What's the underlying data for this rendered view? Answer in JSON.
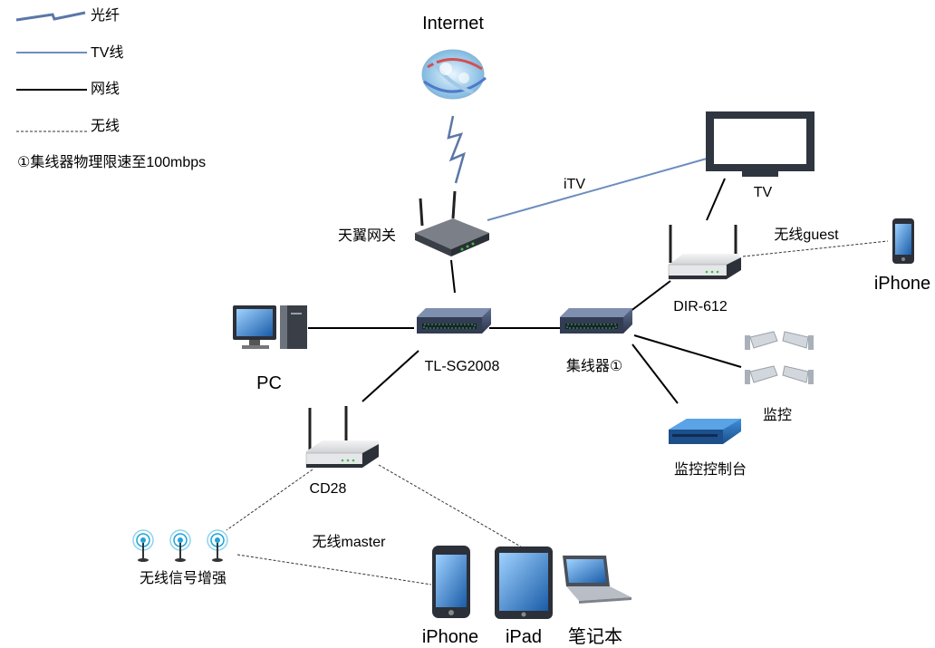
{
  "legend": {
    "fiber": "光纤",
    "tv_line": "TV线",
    "ethernet": "网线",
    "wireless": "无线",
    "note": "①集线器物理限速至100mbps"
  },
  "nodes": {
    "internet": "Internet",
    "gateway": "天翼网关",
    "tv": "TV",
    "switch_main": "TL-SG2008",
    "hub": "集线器①",
    "router_dir612": "DIR-612",
    "router_cd28": "CD28",
    "pc": "PC",
    "cameras": "监控",
    "nvr": "监控控制台",
    "iphone_guest": "iPhone",
    "extenders": "无线信号增强",
    "iphone": "iPhone",
    "ipad": "iPad",
    "laptop": "笔记本"
  },
  "edges": {
    "itv": "iTV",
    "guest_wifi": "无线guest",
    "master_wifi": "无线master"
  },
  "colors": {
    "fiber": "#5b77a8",
    "tv_line": "#6c8ebf",
    "ethernet": "#000000",
    "wireless": "#333333",
    "device_dark": "#2f3640",
    "switch_body": "#3d4a63",
    "port_green": "#3fbf3f",
    "wifi_blue": "#1fa3d8"
  }
}
